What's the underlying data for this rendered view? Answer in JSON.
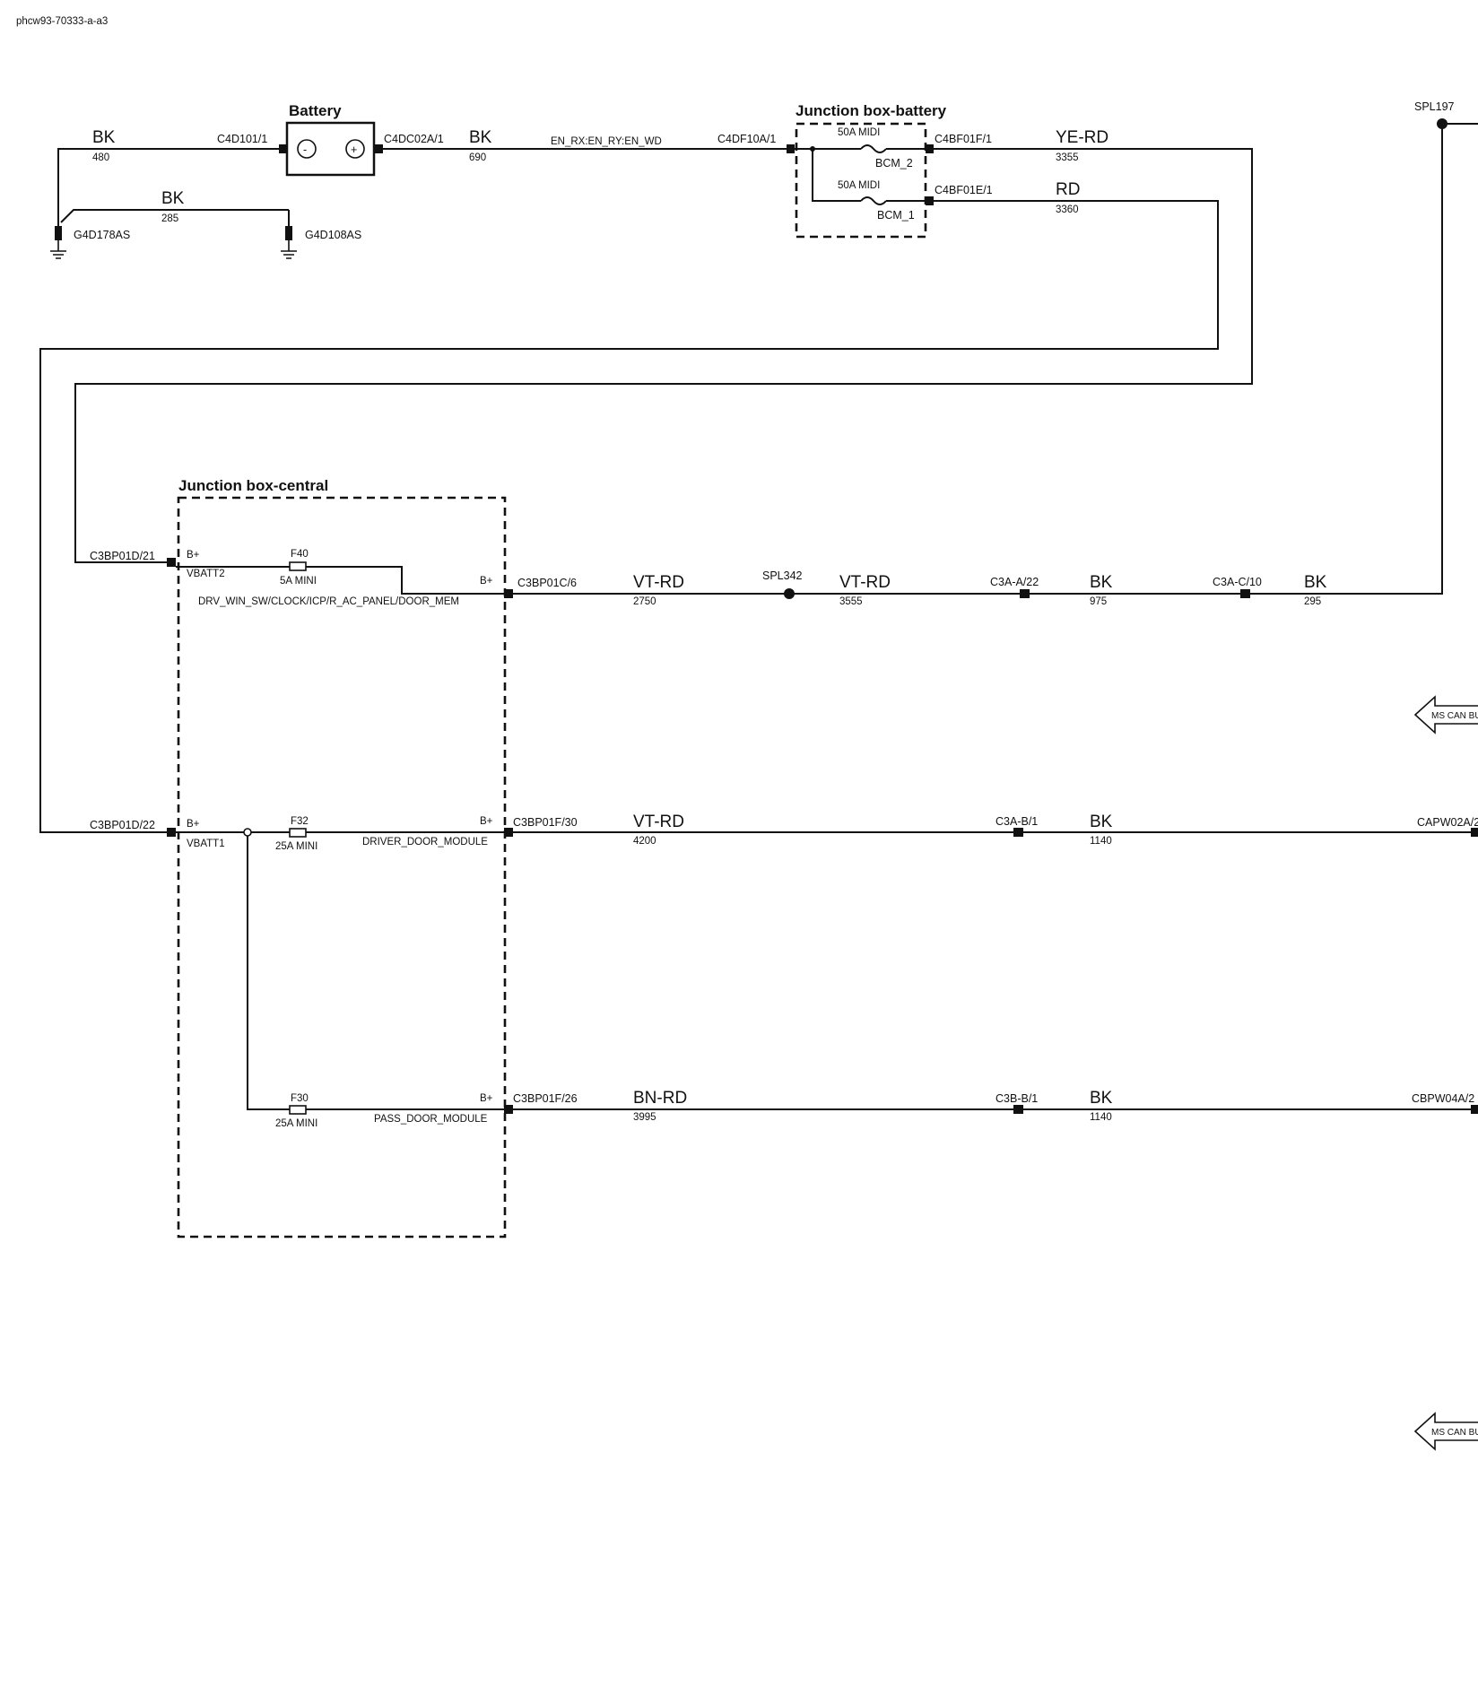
{
  "doc_id": "phcw93-70333-a-a3",
  "boxes": {
    "battery": "Battery",
    "junction_battery": "Junction box-battery",
    "junction_central": "Junction box-central"
  },
  "battery_terms": {
    "neg": "-",
    "pos": "+"
  },
  "connectors": {
    "c4d101": "C4D101/1",
    "c4dc02a": "C4DC02A/1",
    "c4df10a": "C4DF10A/1",
    "c4bf01f": "C4BF01F/1",
    "c4bf01e": "C4BF01E/1",
    "c3bp01d21": "C3BP01D/21",
    "c3bp01d22": "C3BP01D/22",
    "c3bp01c6": "C3BP01C/6",
    "c3bp01f30": "C3BP01F/30",
    "c3bp01f26": "C3BP01F/26",
    "c3aa22": "C3A-A/22",
    "c3ac10": "C3A-C/10",
    "c3ab1": "C3A-B/1",
    "c3bb1": "C3B-B/1",
    "capw02a": "CAPW02A/2",
    "cbpw04a": "CBPW04A/2"
  },
  "grounds": {
    "g4d178": "G4D178AS",
    "g4d108": "G4D108AS"
  },
  "splices": {
    "spl197": "SPL197",
    "spl342": "SPL342"
  },
  "wires": {
    "bk480": {
      "color": "BK",
      "num": "480"
    },
    "bk285": {
      "color": "BK",
      "num": "285"
    },
    "bk690": {
      "color": "BK",
      "num": "690"
    },
    "yerd3355": {
      "color": "YE-RD",
      "num": "3355"
    },
    "rd3360": {
      "color": "RD",
      "num": "3360"
    },
    "vtrd2750": {
      "color": "VT-RD",
      "num": "2750"
    },
    "vtrd3555": {
      "color": "VT-RD",
      "num": "3555"
    },
    "bk975": {
      "color": "BK",
      "num": "975"
    },
    "bk295": {
      "color": "BK",
      "num": "295"
    },
    "vtrd4200": {
      "color": "VT-RD",
      "num": "4200"
    },
    "bk1140a": {
      "color": "BK",
      "num": "1140"
    },
    "bnrd3995": {
      "color": "BN-RD",
      "num": "3995"
    },
    "bk1140b": {
      "color": "BK",
      "num": "1140"
    }
  },
  "net_label": "EN_RX:EN_RY:EN_WD",
  "fuses": {
    "bcm2": {
      "rating": "50A MIDI",
      "name": "BCM_2"
    },
    "bcm1": {
      "rating": "50A MIDI",
      "name": "BCM_1"
    },
    "f40": {
      "id": "F40",
      "rating": "5A MINI"
    },
    "f32": {
      "id": "F32",
      "rating": "25A MINI"
    },
    "f30": {
      "id": "F30",
      "rating": "25A MINI"
    }
  },
  "pins": {
    "bplus": "B+",
    "vbatt2": "VBATT2",
    "vbatt1": "VBATT1"
  },
  "circuits": {
    "drv_win": "DRV_WIN_SW/CLOCK/ICP/R_AC_PANEL/DOOR_MEM",
    "driver_door": "DRIVER_DOOR_MODULE",
    "pass_door": "PASS_DOOR_MODULE"
  },
  "bus_tag": "MS CAN BUS"
}
